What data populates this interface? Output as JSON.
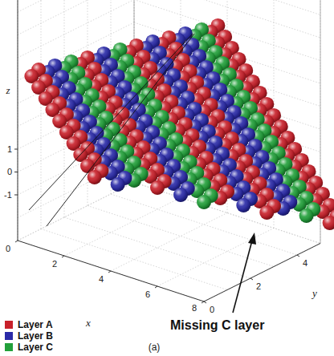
{
  "diagram": {
    "caption": "(a)",
    "labels": [
      "z",
      "1",
      "0",
      "-1",
      "0",
      "2",
      "4",
      "6",
      "8",
      "x",
      "0",
      "2",
      "4",
      "y",
      "Missing C layer"
    ],
    "legend": [
      {
        "text": "Layer A",
        "color": "#c8202a"
      },
      {
        "text": "Layer B",
        "color": "#2a2aa8"
      },
      {
        "text": "Layer C",
        "color": "#22a03a"
      }
    ]
  }
}
